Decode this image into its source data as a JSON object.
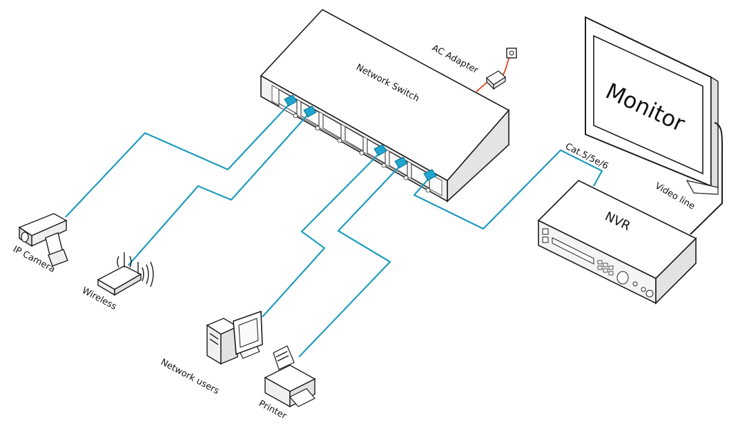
{
  "labels": {
    "switch": "Network Switch",
    "ac_adapter": "AC Adapter",
    "monitor": "Monitor",
    "nvr": "NVR",
    "cable_type": "Cat.5/5e/6",
    "video_line": "Video line",
    "ip_camera": "IP Camera",
    "wireless": "Wireless",
    "network_users": "Network users",
    "printer": "Printer"
  },
  "colors": {
    "cable": "#1e9bbd",
    "plug": "#1fa6cf",
    "power_cord": "#e0401e",
    "outline": "#1a1a1a"
  }
}
